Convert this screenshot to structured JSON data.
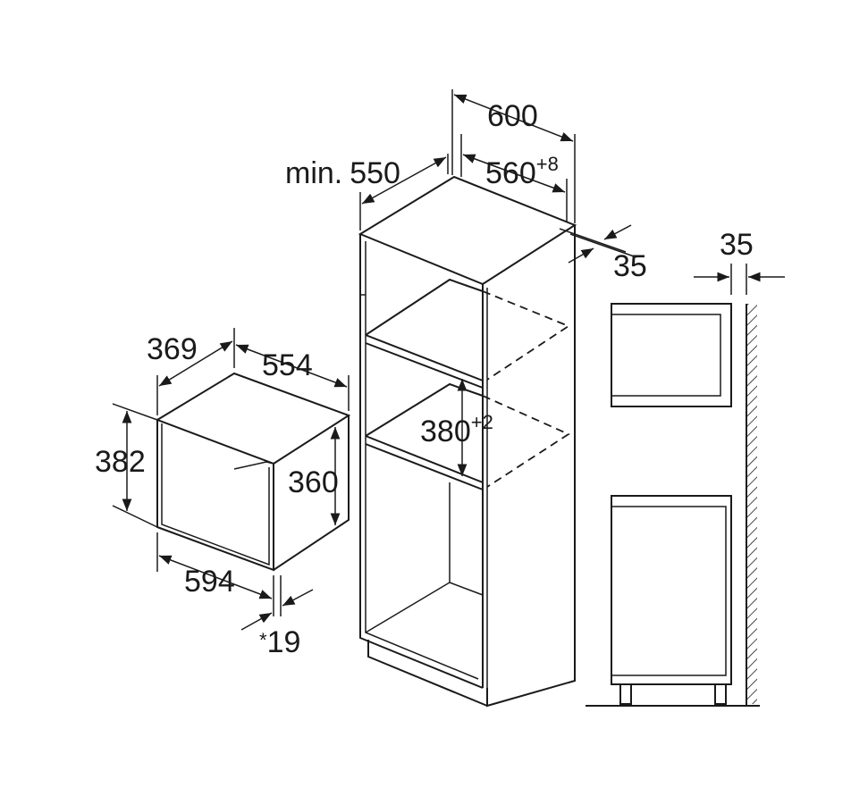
{
  "labels": {
    "oven_depth": "369",
    "oven_width_top": "554",
    "oven_height_outer": "382",
    "oven_height_inner": "360",
    "oven_width_bottom": "594",
    "oven_front_base": "19",
    "oven_front_prefix": "*",
    "cabinet_width": "600",
    "cabinet_niche_width": "560",
    "cabinet_niche_width_tol": "+8",
    "cabinet_min_depth_prefix": "min.",
    "cabinet_min_depth": "550",
    "cabinet_back_gap": "35",
    "niche_height": "380",
    "niche_height_tol": "+2",
    "side_gap": "35"
  },
  "colors": {
    "ink": "#1a1a1a",
    "background": "#ffffff"
  }
}
